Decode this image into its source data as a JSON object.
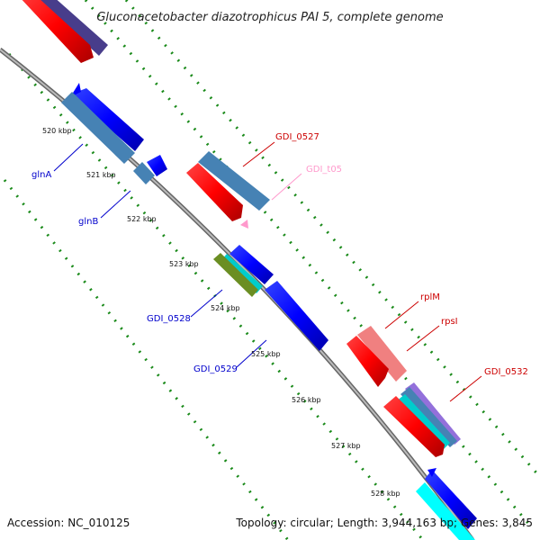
{
  "title": "Gluconacetobacter diazotrophicus PAI 5, complete genome",
  "footer": {
    "accession": "Accession: NC_010125",
    "summary": "Topology: circular; Length: 3,944,163 bp; Genes: 3,845"
  },
  "ticks": [
    "520 kbp",
    "521 kbp",
    "522 kbp",
    "523 kbp",
    "524 kbp",
    "525 kbp",
    "526 kbp",
    "527 kbp",
    "528 kbp"
  ],
  "gene_labels": [
    {
      "text": "glnA",
      "strand": "reverse",
      "color": "#0000cc"
    },
    {
      "text": "glnB",
      "strand": "reverse",
      "color": "#0000cc"
    },
    {
      "text": "GDI_0527",
      "strand": "forward",
      "color": "#cc0000"
    },
    {
      "text": "GDI_t05",
      "strand": "forward",
      "color": "#ff99cc"
    },
    {
      "text": "GDI_0528",
      "strand": "reverse",
      "color": "#0000cc"
    },
    {
      "text": "GDI_0529",
      "strand": "reverse",
      "color": "#0000cc"
    },
    {
      "text": "rplM",
      "strand": "forward",
      "color": "#cc0000"
    },
    {
      "text": "rpsI",
      "strand": "forward",
      "color": "#cc0000"
    },
    {
      "text": "GDI_0532",
      "strand": "forward",
      "color": "#cc0000"
    }
  ],
  "colors": {
    "backbone": "#808080",
    "gc_dots": "#1a8a1a",
    "forward_cds": "#ff0000",
    "reverse_cds": "#0000ff",
    "blast_blue": "#4682b4",
    "trna": "#ff99cc"
  }
}
